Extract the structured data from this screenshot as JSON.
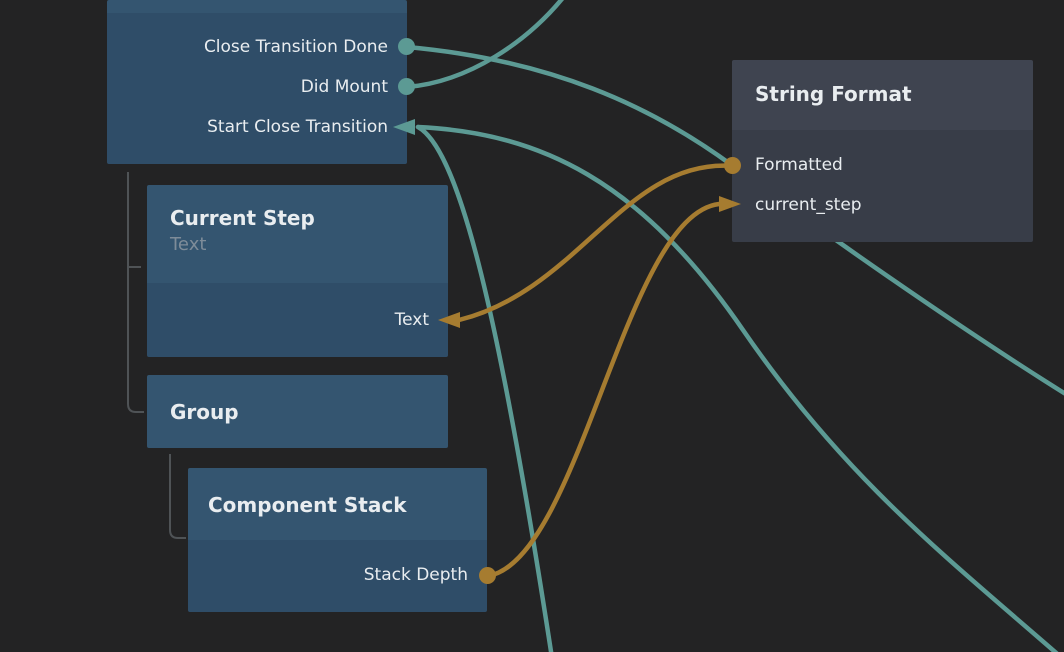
{
  "app": {
    "type": "node-graph-editor",
    "background": "#232324"
  },
  "colors": {
    "bg": "#232324",
    "teal": "#5c9a94",
    "orange": "#a67c30",
    "node-blue-header": "#345570",
    "node-blue-body": "#2f4d68",
    "node-gray-header": "#3f4450",
    "node-gray-body": "#383d48",
    "text": "#e9edf0",
    "subtitle": "#7e8c99",
    "guide": "#4f5356"
  },
  "nodes": [
    {
      "id": "top-left-node",
      "style": "blue",
      "note": "header cut off by top of viewport",
      "rows": [
        {
          "label": "Close Transition Done",
          "port": {
            "shape": "circle",
            "side": "right",
            "color": "teal"
          }
        },
        {
          "label": "Did Mount",
          "port": {
            "shape": "circle",
            "side": "right",
            "color": "teal"
          }
        },
        {
          "label": "Start Close Transition",
          "port": {
            "shape": "arrow-left",
            "side": "right",
            "color": "teal"
          }
        }
      ]
    },
    {
      "id": "current-step",
      "style": "blue",
      "title": "Current Step",
      "subtitle": "Text",
      "rows": [
        {
          "label": "Text",
          "port": {
            "shape": "arrow-left",
            "side": "right",
            "color": "orange"
          }
        }
      ]
    },
    {
      "id": "group",
      "style": "blue",
      "title": "Group",
      "rows": []
    },
    {
      "id": "component-stack",
      "style": "blue",
      "title": "Component Stack",
      "rows": [
        {
          "label": "Stack Depth",
          "port": {
            "shape": "circle",
            "side": "right",
            "color": "orange"
          }
        }
      ]
    },
    {
      "id": "string-format",
      "style": "gray",
      "title": "String Format",
      "rows": [
        {
          "label": "Formatted",
          "port": {
            "shape": "circle",
            "side": "left",
            "color": "orange"
          }
        },
        {
          "label": "current_step",
          "port": {
            "shape": "arrow-right",
            "side": "left",
            "color": "orange"
          }
        }
      ]
    }
  ],
  "edges": [
    {
      "from": "Close Transition Done",
      "to": "(off-screen right, passes behind String Format)",
      "color": "teal"
    },
    {
      "from": "Did Mount",
      "to": "(off-screen top)",
      "color": "teal"
    },
    {
      "from": "(off-screen bottom)",
      "to": "Start Close Transition",
      "color": "teal"
    },
    {
      "from": "(off-screen bottom-right)",
      "to": "Start Close Transition",
      "color": "teal"
    },
    {
      "from": "Formatted",
      "to": "Text",
      "color": "orange"
    },
    {
      "from": "Stack Depth",
      "to": "current_step",
      "color": "orange"
    }
  ]
}
